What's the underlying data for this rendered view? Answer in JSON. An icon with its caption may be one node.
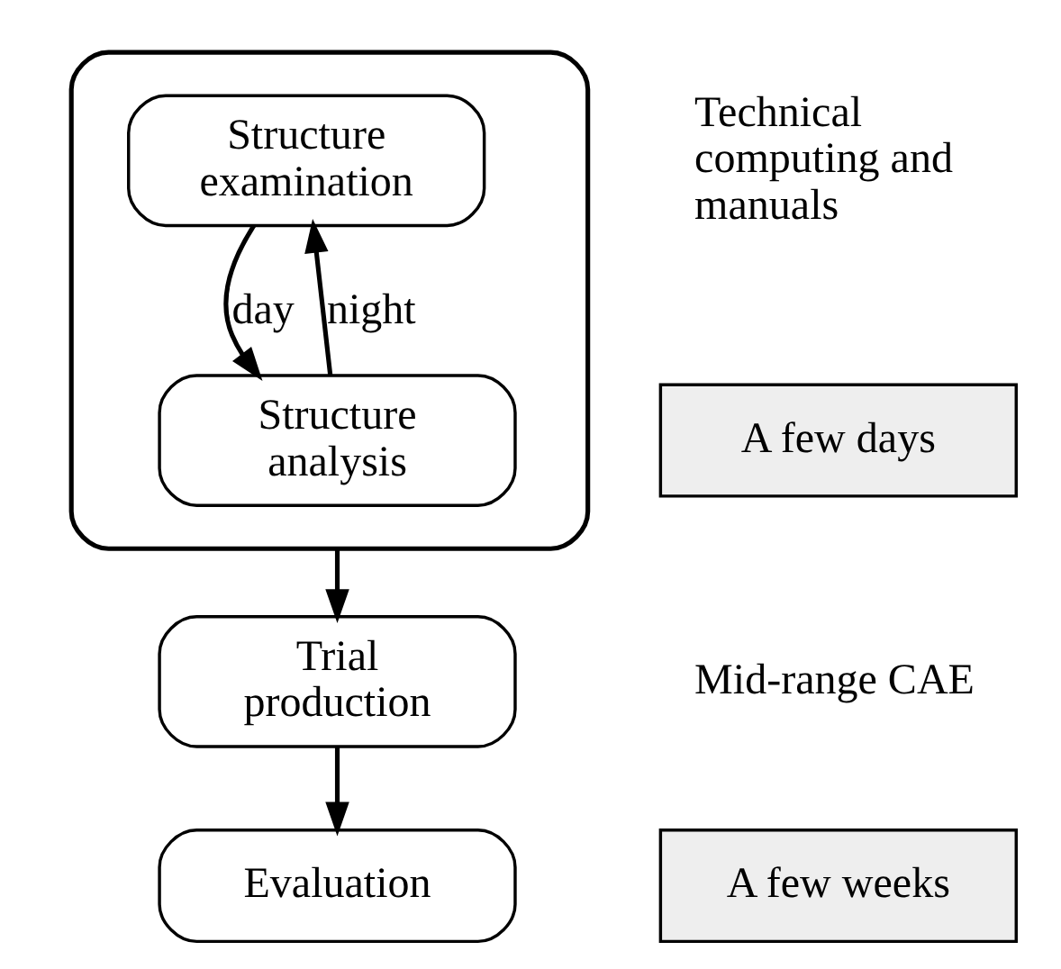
{
  "diagram": {
    "nodes": [
      {
        "text": [],
        "shape": "box"
      },
      {
        "text": [
          "Structure examination"
        ],
        "in": 0
      },
      {
        "text": [
          "Structure analysis"
        ],
        "in": 0
      },
      {
        "text": [
          "Trial production"
        ]
      },
      {
        "text": [
          "Evaluation"
        ]
      },
      {
        "text": [
          "A few days"
        ]
      },
      {
        "text": [
          "A few weeks"
        ]
      }
    ],
    "edges": [
      {
        "from": 1,
        "to": 2,
        "arrow": "to",
        "label": "day"
      },
      {
        "from": 2,
        "to": 1,
        "arrow": "to",
        "label": "night"
      },
      {
        "from": 0,
        "to": 3,
        "arrow": "to"
      },
      {
        "from": 3,
        "to": 4,
        "arrow": "to"
      }
    ],
    "labels": [
      "Technical computing and manuals",
      "Mid-range CAE"
    ]
  }
}
